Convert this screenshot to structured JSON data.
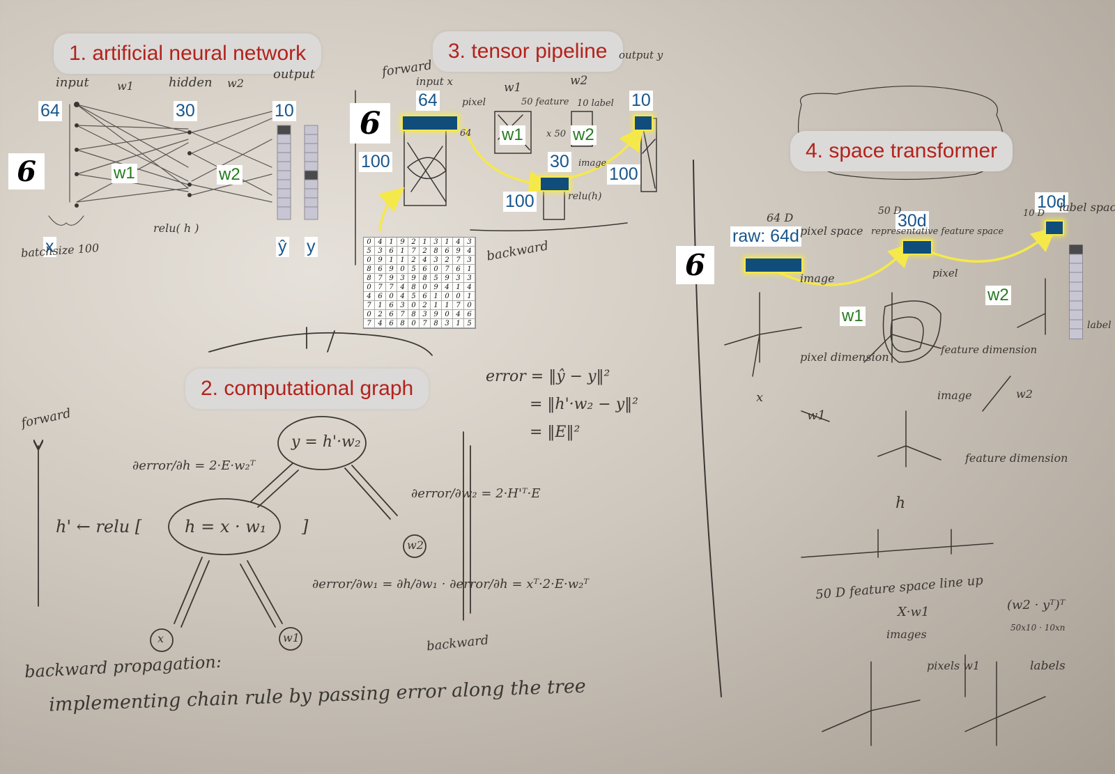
{
  "section_titles": [
    "1. artificial neural network",
    "2. computational graph",
    "3. tensor pipeline",
    "4. space transformer"
  ],
  "section1": {
    "dims": [
      "64",
      "30",
      "10"
    ],
    "weights": [
      "w1",
      "w2"
    ],
    "bottom_labels": [
      "x",
      "ŷ",
      "y"
    ],
    "digit": "6",
    "hand_notes": [
      "input",
      "w1",
      "hidden",
      "w2",
      "output",
      "batchsize 100",
      "relu( h )"
    ]
  },
  "section2": {
    "hand_notes": [
      "forward",
      "error = ‖ŷ − y‖²",
      "= ‖h'·w₂ − y‖²",
      "= ‖E‖²",
      "y = h'·w₂",
      "h = x · w₁",
      "h' ← relu [",
      "]",
      "∂error/∂h = 2·E·w₂ᵀ",
      "∂error/∂w₂ = 2·H'ᵀ·E",
      "∂error/∂w₁ = ∂h/∂w₁ · ∂error/∂h = xᵀ·2·E·w₂ᵀ",
      "w2",
      "x",
      "w1",
      "backward",
      "backward propagation:",
      "implementing chain rule by passing error along the tree"
    ]
  },
  "section3": {
    "dims": [
      "64",
      "10",
      "100",
      "30",
      "100",
      "100"
    ],
    "weights": [
      "w1",
      "w2"
    ],
    "digit": "6",
    "hand_notes": [
      "forward",
      "input x",
      "w1",
      "w2",
      "output y",
      "pixel",
      "50 feature",
      "10 label",
      "64",
      "x 50",
      "image",
      "relu(h)",
      "backward"
    ],
    "digits_grid": [
      "0419213143",
      "5361728694",
      "0911243273",
      "8690560761",
      "8793985933",
      "0774809414",
      "4604561001",
      "7163021170",
      "0267839046",
      "7468078315"
    ]
  },
  "section4": {
    "labels": [
      "raw: 64d",
      "30d",
      "10d"
    ],
    "weights": [
      "w1",
      "w2"
    ],
    "digit": "6",
    "hand_notes": [
      "64 D",
      "pixel space",
      "50 D",
      "representative feature space",
      "10 D",
      "label space",
      "image",
      "pixel",
      "pixel dimension",
      "feature dimension",
      "label",
      "x",
      "w1",
      "image",
      "w2",
      "feature dimension",
      "h",
      "50 D feature space line up",
      "X·w1",
      "images",
      "(w2 · yᵀ)ᵀ",
      "50x10 · 10xn",
      "pixels w1",
      "labels"
    ]
  }
}
